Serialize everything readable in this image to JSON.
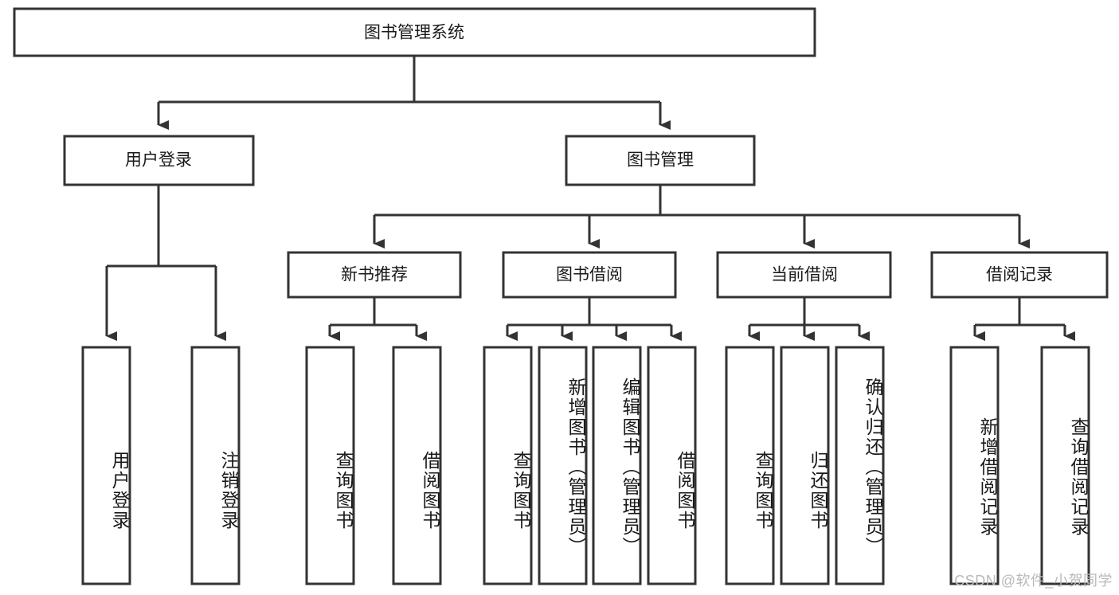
{
  "diagram": {
    "title": "图书管理系统",
    "type": "hierarchy-tree",
    "watermark": "CSDN @软件_小贺同学",
    "root": {
      "label": "图书管理系统"
    },
    "level2": [
      {
        "label": "用户登录"
      },
      {
        "label": "图书管理"
      }
    ],
    "level3": [
      {
        "label": "新书推荐"
      },
      {
        "label": "图书借阅"
      },
      {
        "label": "当前借阅"
      },
      {
        "label": "借阅记录"
      }
    ],
    "leaves": {
      "user_login": [
        {
          "label": "用户登录"
        },
        {
          "label": "注销登录"
        }
      ],
      "new_book_recommend": [
        {
          "label": "查询图书"
        },
        {
          "label": "借阅图书"
        }
      ],
      "book_borrow": [
        {
          "label": "查询图书"
        },
        {
          "label": "新增图书（管理员）"
        },
        {
          "label": "编辑图书（管理员）"
        },
        {
          "label": "借阅图书"
        }
      ],
      "current_borrow": [
        {
          "label": "查询图书"
        },
        {
          "label": "归还图书"
        },
        {
          "label": "确认归还（管理员）"
        }
      ],
      "borrow_record": [
        {
          "label": "新增借阅记录"
        },
        {
          "label": "查询借阅记录"
        }
      ]
    },
    "colors": {
      "stroke": "#333333",
      "box_fill": "#ffffff",
      "text": "#1a1a1a",
      "watermark": "#b9b9b9"
    }
  }
}
